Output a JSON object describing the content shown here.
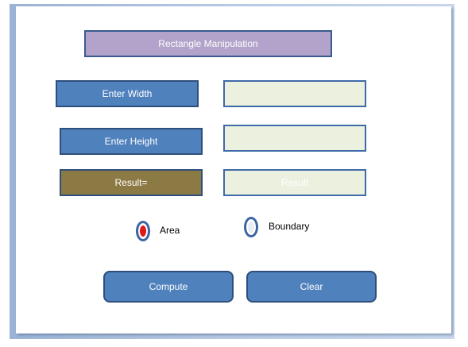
{
  "title": "Rectangle Manipulation",
  "labels": {
    "width": "Enter Width",
    "height": "Enter Height",
    "result": "Result="
  },
  "inputs": {
    "width_value": "",
    "height_value": "",
    "result_placeholder": "Result"
  },
  "options": {
    "area": {
      "label": "Area",
      "selected": true
    },
    "boundary": {
      "label": "Boundary",
      "selected": false
    }
  },
  "buttons": {
    "compute": "Compute",
    "clear": "Clear"
  },
  "colors": {
    "label_fill": "#4f81bd",
    "title_fill": "#b3a2c9",
    "result_label_fill": "#8c7a45",
    "input_fill": "#ebf1de",
    "selected_radio": "#e01818"
  }
}
